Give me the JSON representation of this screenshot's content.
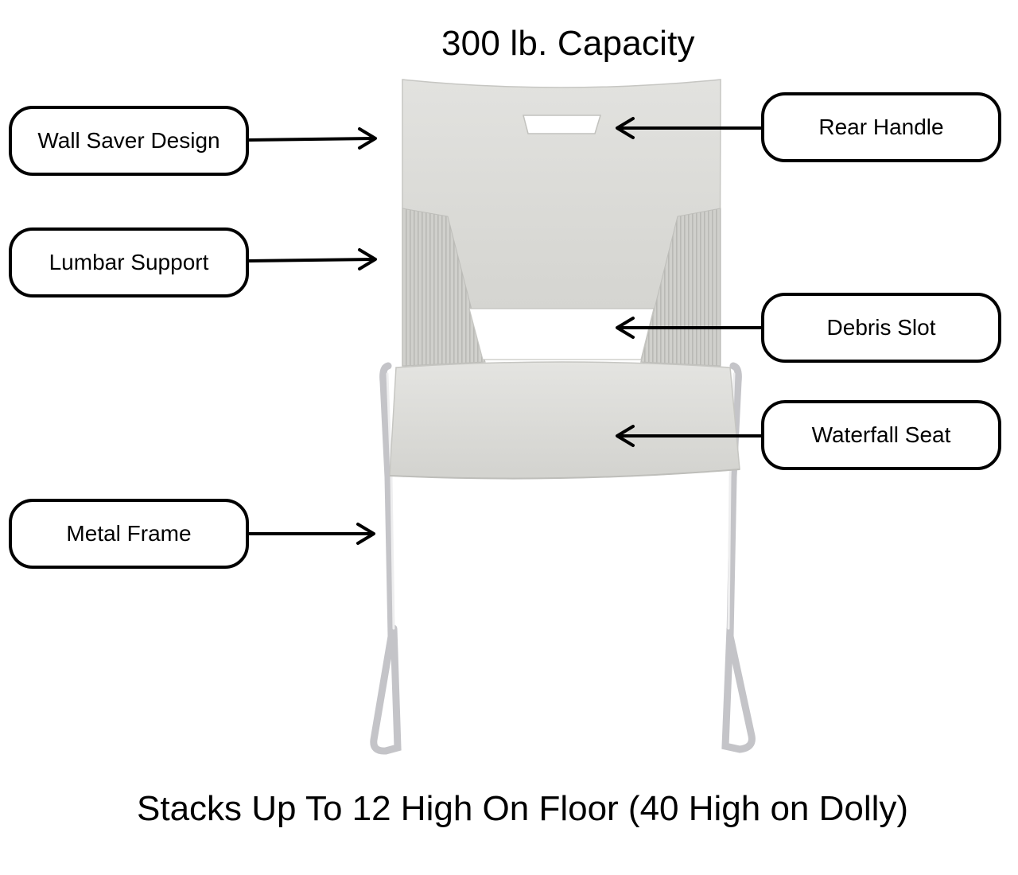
{
  "title": "300 lb. Capacity",
  "footer": "Stacks Up To 12 High On Floor (40 High on Dolly)",
  "callouts": {
    "wall_saver": "Wall Saver Design",
    "lumbar": "Lumbar Support",
    "metal_frame": "Metal Frame",
    "rear_handle": "Rear Handle",
    "debris_slot": "Debris Slot",
    "waterfall_seat": "Waterfall Seat"
  },
  "colors": {
    "shell": "#dcdcd8",
    "shell_shadow": "#c9c9c5",
    "frame": "#c8c8cc",
    "outline": "#000000"
  }
}
